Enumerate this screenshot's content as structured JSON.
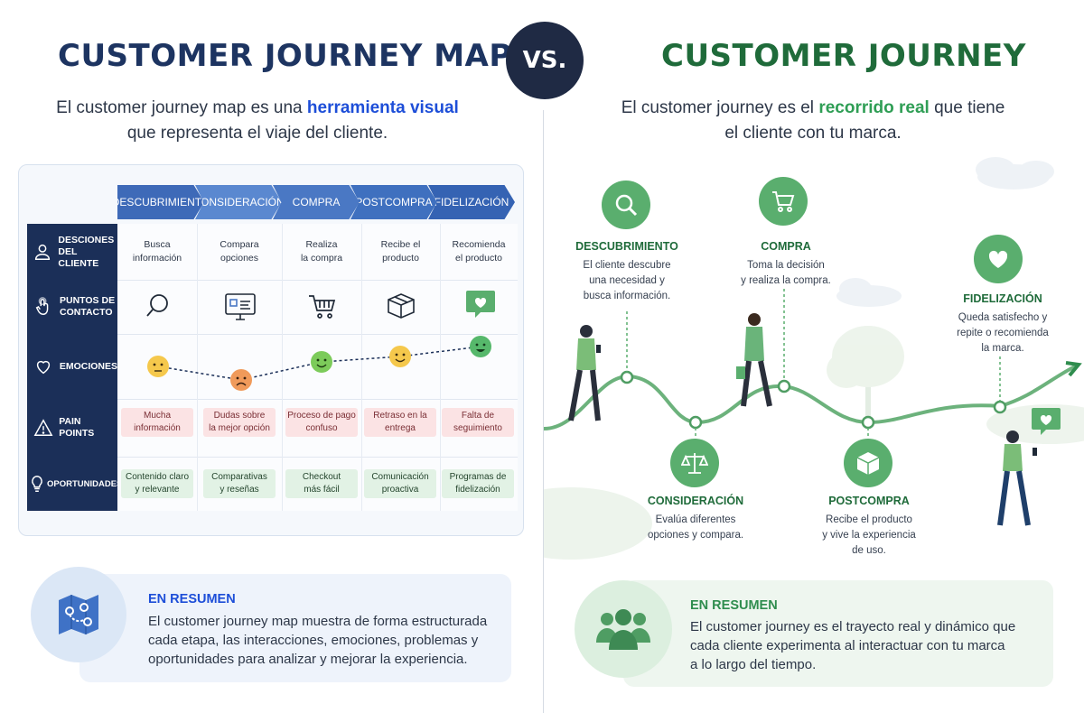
{
  "left": {
    "title": "CUSTOMER JOURNEY MAP",
    "subtitle_pre": "El customer journey map es una ",
    "subtitle_hl": "herramienta visual",
    "subtitle_post": " que representa el viaje del cliente.",
    "stages": [
      "DESCUBRIMIENTO",
      "CONSIDERACIÓN",
      "COMPRA",
      "POSTCOMPRA",
      "FIDELIZACIÓN"
    ],
    "rows": [
      {
        "label_l1": "DESCIONES",
        "label_l2": "DEL CLIENTE",
        "icon": "user-icon"
      },
      {
        "label_l1": "PUNTOS DE",
        "label_l2": "CONTACTO",
        "icon": "touch-icon"
      },
      {
        "label_l1": "EMOCIONES",
        "label_l2": "",
        "icon": "heart-icon"
      },
      {
        "label_l1": "PAIN POINTS",
        "label_l2": "",
        "icon": "warning-icon"
      },
      {
        "label_l1": "OPORTUNIDADES",
        "label_l2": "",
        "icon": "lightbulb-icon"
      }
    ],
    "decisions": [
      [
        "Busca",
        "información"
      ],
      [
        "Compara",
        "opciones"
      ],
      [
        "Realiza",
        "la compra"
      ],
      [
        "Recibe el",
        "producto"
      ],
      [
        "Recomienda",
        "el producto"
      ]
    ],
    "touchpoint_icons": [
      "search-icon",
      "monitor-icon",
      "cart-icon",
      "box-icon",
      "chat-heart-icon"
    ],
    "emotions": [
      "neutral",
      "sad",
      "happy",
      "happy",
      "very-happy"
    ],
    "pain_points": [
      [
        "Mucha",
        "información"
      ],
      [
        "Dudas sobre",
        "la mejor opción"
      ],
      [
        "Proceso de pago",
        "confuso"
      ],
      [
        "Retraso en la",
        "entrega"
      ],
      [
        "Falta de",
        "seguimiento"
      ]
    ],
    "opportunities": [
      [
        "Contenido claro",
        "y relevante"
      ],
      [
        "Comparativas",
        "y reseñas"
      ],
      [
        "Checkout",
        "más fácil"
      ],
      [
        "Comunicación",
        "proactiva"
      ],
      [
        "Programas de",
        "fidelización"
      ]
    ],
    "summary": {
      "title": "EN RESUMEN",
      "lines": [
        "El customer journey map muestra de forma estructurada",
        "cada etapa, las interacciones, emociones, problemas y",
        "oportunidades para analizar y mejorar la experiencia."
      ]
    }
  },
  "vs": "VS.",
  "right": {
    "title": "CUSTOMER JOURNEY",
    "subtitle_pre": "El customer journey es el ",
    "subtitle_hl": "recorrido real",
    "subtitle_post": " que tiene el cliente con tu marca.",
    "steps": [
      {
        "title": "DESCUBRIMIENTO",
        "lines": [
          "El cliente descubre",
          "una necesidad y",
          "busca información."
        ],
        "icon": "search-icon"
      },
      {
        "title": "CONSIDERACIÓN",
        "lines": [
          "Evalúa diferentes",
          "opciones y compara."
        ],
        "icon": "scale-icon"
      },
      {
        "title": "COMPRA",
        "lines": [
          "Toma la decisión",
          "y realiza la compra."
        ],
        "icon": "cart-icon"
      },
      {
        "title": "POSTCOMPRA",
        "lines": [
          "Recibe el producto",
          "y vive la experiencia",
          "de uso."
        ],
        "icon": "box-icon"
      },
      {
        "title": "FIDELIZACIÓN",
        "lines": [
          "Queda satisfecho y",
          "repite o recomienda",
          "la marca."
        ],
        "icon": "heart-icon"
      }
    ],
    "summary": {
      "title": "EN RESUMEN",
      "lines": [
        "El customer journey es el trayecto real y dinámico que",
        "cada cliente experimenta al interactuar con tu marca",
        "a lo largo del tiempo."
      ]
    }
  },
  "colors": {
    "navy": "#1d3461",
    "blue_accent": "#1d4ed8",
    "green_title": "#1f6b3a",
    "green_accent": "#5aae6e"
  }
}
